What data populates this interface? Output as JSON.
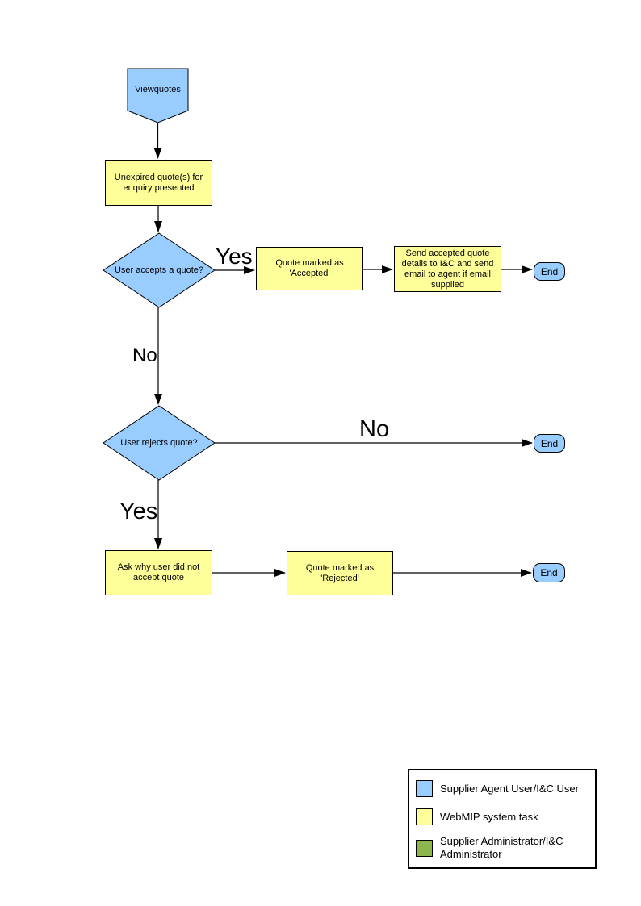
{
  "diagram": {
    "nodes": {
      "start": {
        "label": "Viewquotes"
      },
      "present": {
        "label": "Unexpired quote(s) for enquiry presented"
      },
      "accept_decision": {
        "label": "User accepts a quote?"
      },
      "mark_accepted": {
        "label": "Quote  marked as 'Accepted'"
      },
      "send_details": {
        "label": "Send accepted quote details to I&C and send email to agent if email supplied"
      },
      "end_accepted": {
        "label": "End"
      },
      "reject_decision": {
        "label": "User rejects quote?"
      },
      "end_no_reject": {
        "label": "End"
      },
      "ask_why": {
        "label": "Ask why user did not accept quote"
      },
      "mark_rejected": {
        "label": "Quote  marked as 'Rejected'"
      },
      "end_rejected": {
        "label": "End"
      }
    },
    "edge_labels": {
      "accept_yes": "Yes",
      "accept_no": "No",
      "reject_no": "No",
      "reject_yes": "Yes"
    },
    "colors": {
      "user_shape_fill": "#99CCFF",
      "system_task_fill": "#FFFF99",
      "admin_shape_fill": "#8DB54E",
      "shape_border": "#000000",
      "connector": "#000000"
    },
    "legend": {
      "items": [
        {
          "color": "#99CCFF",
          "label": "Supplier Agent User/I&C User"
        },
        {
          "color": "#FFFF99",
          "label": "WebMIP system task"
        },
        {
          "color": "#8DB54E",
          "label": "Supplier Administrator/I&C Administrator"
        }
      ]
    }
  }
}
